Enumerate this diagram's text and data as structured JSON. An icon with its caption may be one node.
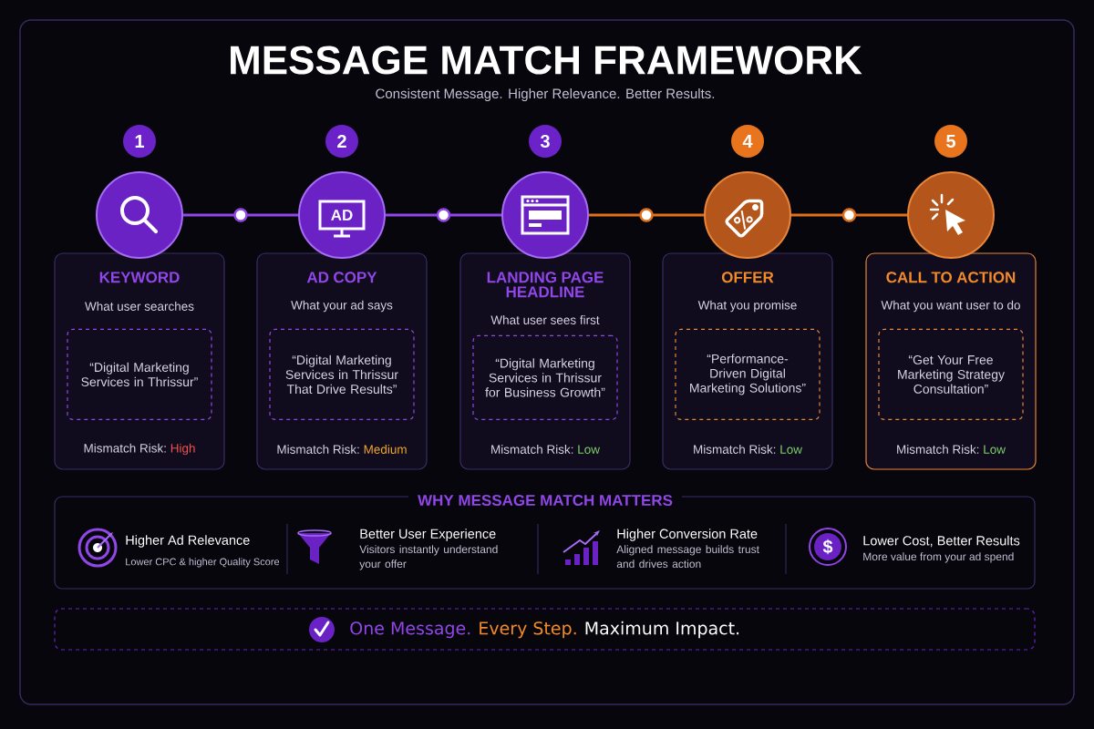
{
  "diagram": {
    "title": "MESSAGE MATCH FRAMEWORK",
    "nodes": [
      {
        "text": [
          "1"
        ]
      },
      {
        "text": [
          "2"
        ]
      },
      {
        "text": [
          "3"
        ]
      },
      {
        "text": [
          "4"
        ]
      },
      {
        "text": [
          "5"
        ]
      },
      {
        "text": [],
        "shape": "circle"
      },
      {
        "text": [
          "AD"
        ]
      },
      {
        "text": [],
        "shape": "circle"
      },
      {
        "text": [],
        "shape": "circle"
      },
      {
        "text": [],
        "shape": "circle"
      },
      {
        "text": [
          "KEYWORD",
          "What user searches",
          "Mismatch Risk:",
          "High"
        ]
      },
      {
        "text": [
          "AD COPY",
          "What your ad says",
          "Mismatch Risk:",
          "Medium"
        ]
      },
      {
        "text": [
          "LANDING PAGE HEADLINE",
          "What user sees first",
          "Mismatch Risk:",
          "Low"
        ]
      },
      {
        "text": [
          "OFFER",
          "What you promise",
          "Mismatch Risk:",
          "Low"
        ]
      },
      {
        "text": [
          "CALL TO ACTION",
          "What you want user to do",
          "Mismatch Risk:",
          "Low"
        ]
      },
      {
        "text": [
          "“Digital Marketing Services in Thrissur”"
        ],
        "in": 10
      },
      {
        "text": [
          "“Digital Marketing Services in Thrissur That Drive Results”"
        ],
        "in": 11
      },
      {
        "text": [
          "“Digital Marketing Services in Thrissur for Business Growth”"
        ],
        "in": 12
      },
      {
        "text": [
          "“Performance-Driven Digital Marketing Solutions”"
        ],
        "in": 13
      },
      {
        "text": [
          "“Get Your Free Marketing Strategy Consultation”"
        ],
        "in": 14
      },
      {
        "text": [
          "WHY MESSAGE MATCH MATTERS",
          "Higher Ad Relevance",
          "Lower CPC & higher Quality Score",
          "Better User Experience",
          "Visitors instantly understand your offer",
          "Higher Conversion Rate",
          "Aligned message builds trust and drives action",
          "Lower Cost, Better Results",
          "More value from your ad spend"
        ]
      },
      {
        "text": [
          "One Message.",
          "Every Step.",
          "Maximum Impact."
        ]
      }
    ],
    "edges": [
      {
        "from": 5,
        "to": 6,
        "arrow": "none"
      },
      {
        "from": 6,
        "to": 7,
        "arrow": "none"
      },
      {
        "from": 7,
        "to": 8,
        "arrow": "none",
        "color": "#e0701c"
      },
      {
        "from": 8,
        "to": 9,
        "arrow": "none",
        "color": "#e0701c"
      }
    ],
    "labels": [
      "Consistent Message. Higher Relevance. Better Results.",
      "$"
    ]
  }
}
